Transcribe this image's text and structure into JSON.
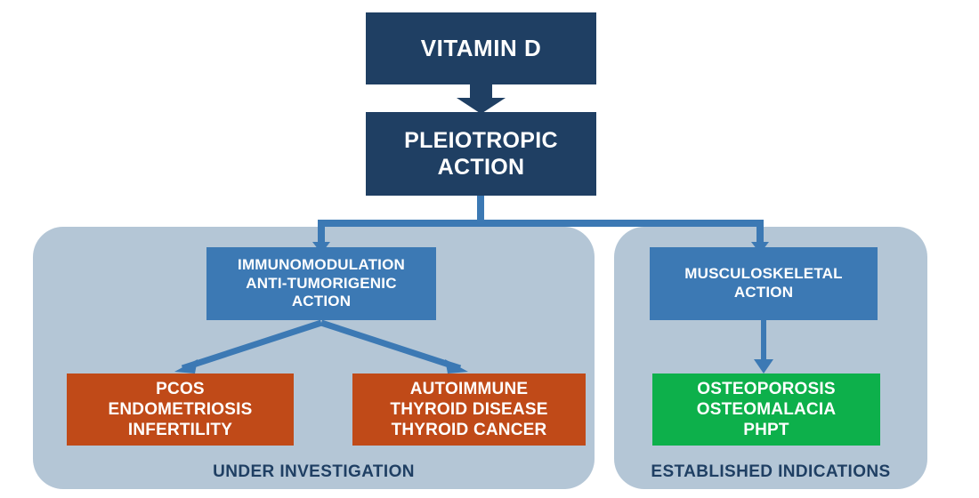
{
  "diagram": {
    "title": "Vitamin D pleiotropic action flowchart",
    "type": "flowchart",
    "colors": {
      "navy": "#1f3f63",
      "blue": "#3c79b4",
      "orange": "#c04a18",
      "green": "#0db04b",
      "panel": "#b4c6d6",
      "connector": "#3c79b4",
      "arrow_dark": "#1f3f63",
      "background": "#ffffff"
    }
  },
  "nodes": {
    "vitamin_d": "VITAMIN D",
    "pleiotropic_action": "PLEIOTROPIC\nACTION",
    "immunomodulation": "IMMUNOMODULATION\nANTI-TUMORIGENIC\nACTION",
    "musculoskeletal": "MUSCULOSKELETAL\nACTION",
    "pcos": "PCOS\nENDOMETRIOSIS\nINFERTILITY",
    "autoimmune": "AUTOIMMUNE\nTHYROID DISEASE\nTHYROID CANCER",
    "osteoporosis": "OSTEOPOROSIS\nOSTEOMALACIA\nPHPT"
  },
  "panels": {
    "under_investigation": "UNDER INVESTIGATION",
    "established_indications": "ESTABLISHED INDICATIONS"
  },
  "edges": [
    {
      "name": "vitamin-d-to-pleiotropic",
      "from": "vitamin_d",
      "to": "pleiotropic_action",
      "style": "thick-down-arrow"
    },
    {
      "name": "pleiotropic-to-immunomodulation",
      "from": "pleiotropic_action",
      "to": "immunomodulation",
      "style": "elbow-down-arrow"
    },
    {
      "name": "pleiotropic-to-musculoskeletal",
      "from": "pleiotropic_action",
      "to": "musculoskeletal",
      "style": "elbow-down-arrow"
    },
    {
      "name": "immunomodulation-to-pcos",
      "from": "immunomodulation",
      "to": "pcos",
      "style": "diagonal-arrow"
    },
    {
      "name": "immunomodulation-to-autoimmune",
      "from": "immunomodulation",
      "to": "autoimmune",
      "style": "diagonal-arrow"
    },
    {
      "name": "musculoskeletal-to-osteoporosis",
      "from": "musculoskeletal",
      "to": "osteoporosis",
      "style": "straight-down-arrow"
    }
  ]
}
